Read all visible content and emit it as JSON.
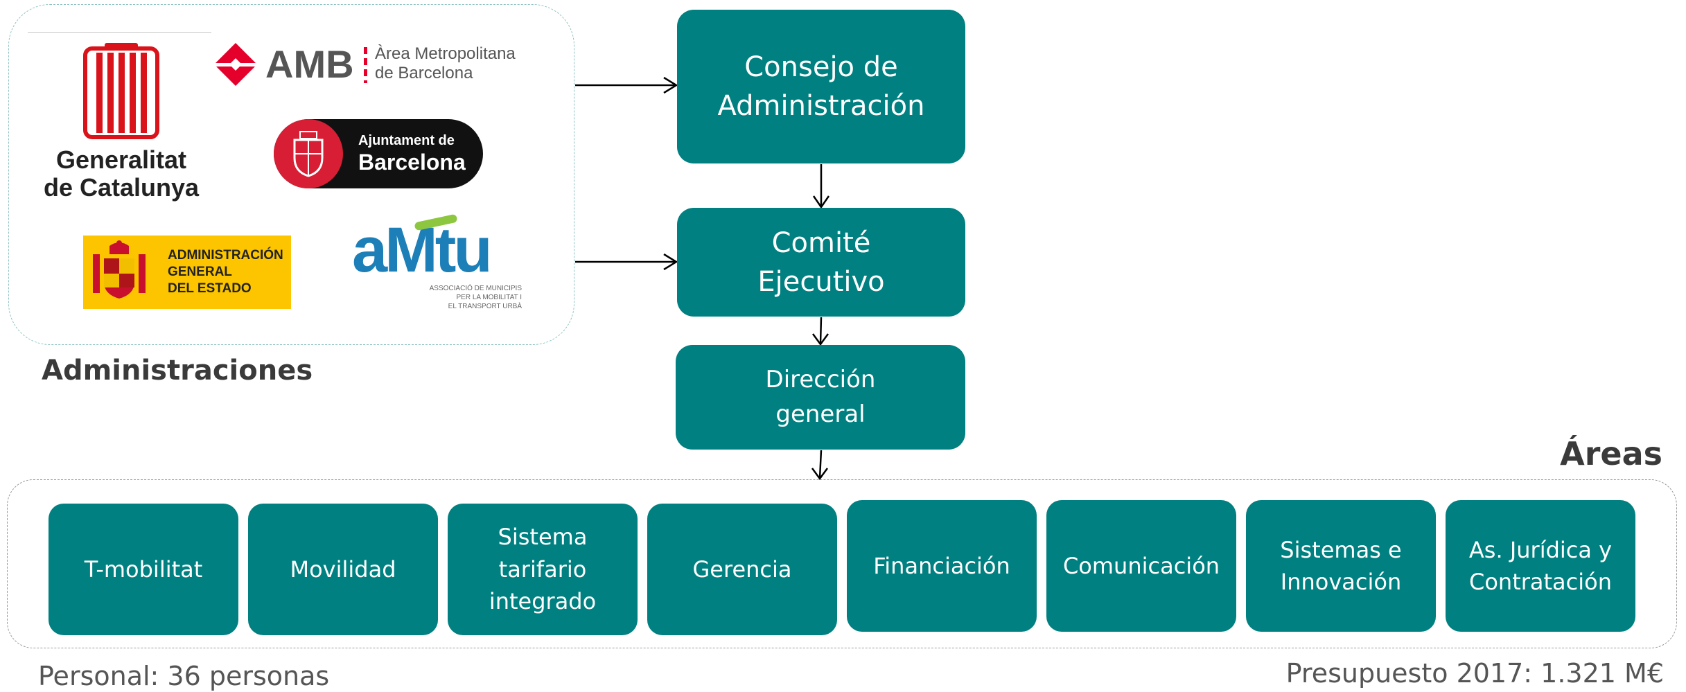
{
  "administrations": {
    "label": "Administraciones",
    "logos": {
      "generalitat": {
        "line1": "Generalitat",
        "line2": "de Catalunya"
      },
      "amb": {
        "acronym": "AMB",
        "line1": "Àrea Metropolitana",
        "line2": "de Barcelona"
      },
      "ajuntament": {
        "line1": "Ajuntament de",
        "line2": "Barcelona"
      },
      "age": {
        "line1": "ADMINISTRACIÓN",
        "line2": "GENERAL",
        "line3": "DEL ESTADO"
      },
      "amtu": {
        "wordmark": "aMtu",
        "line1": "ASSOCIACIÓ DE MUNICIPIS",
        "line2": "PER LA MOBILITAT I",
        "line3": "EL TRANSPORT URBÀ"
      }
    }
  },
  "org": {
    "consejo": "Consejo de\nAdministración",
    "comite": "Comité\nEjecutivo",
    "direccion": "Dirección\ngeneral"
  },
  "areas": {
    "label": "Áreas",
    "items": [
      "T-mobilitat",
      "Movilidad",
      "Sistema\ntarifario\nintegrado",
      "Gerencia",
      "Financiación",
      "Comunicación",
      "Sistemas e\nInnovación",
      "As. Jurídica y\nContratación"
    ]
  },
  "footer": {
    "personal": "Personal: 36 personas",
    "budget": "Presupuesto 2017: 1.321 M€"
  },
  "colors": {
    "teal": "#008080",
    "amb_red": "#e4002b",
    "catalonia_red": "#da121a",
    "spain_yellow": "#fcc500",
    "amtu_blue": "#1c7fb8",
    "amtu_green": "#8dc63f"
  }
}
